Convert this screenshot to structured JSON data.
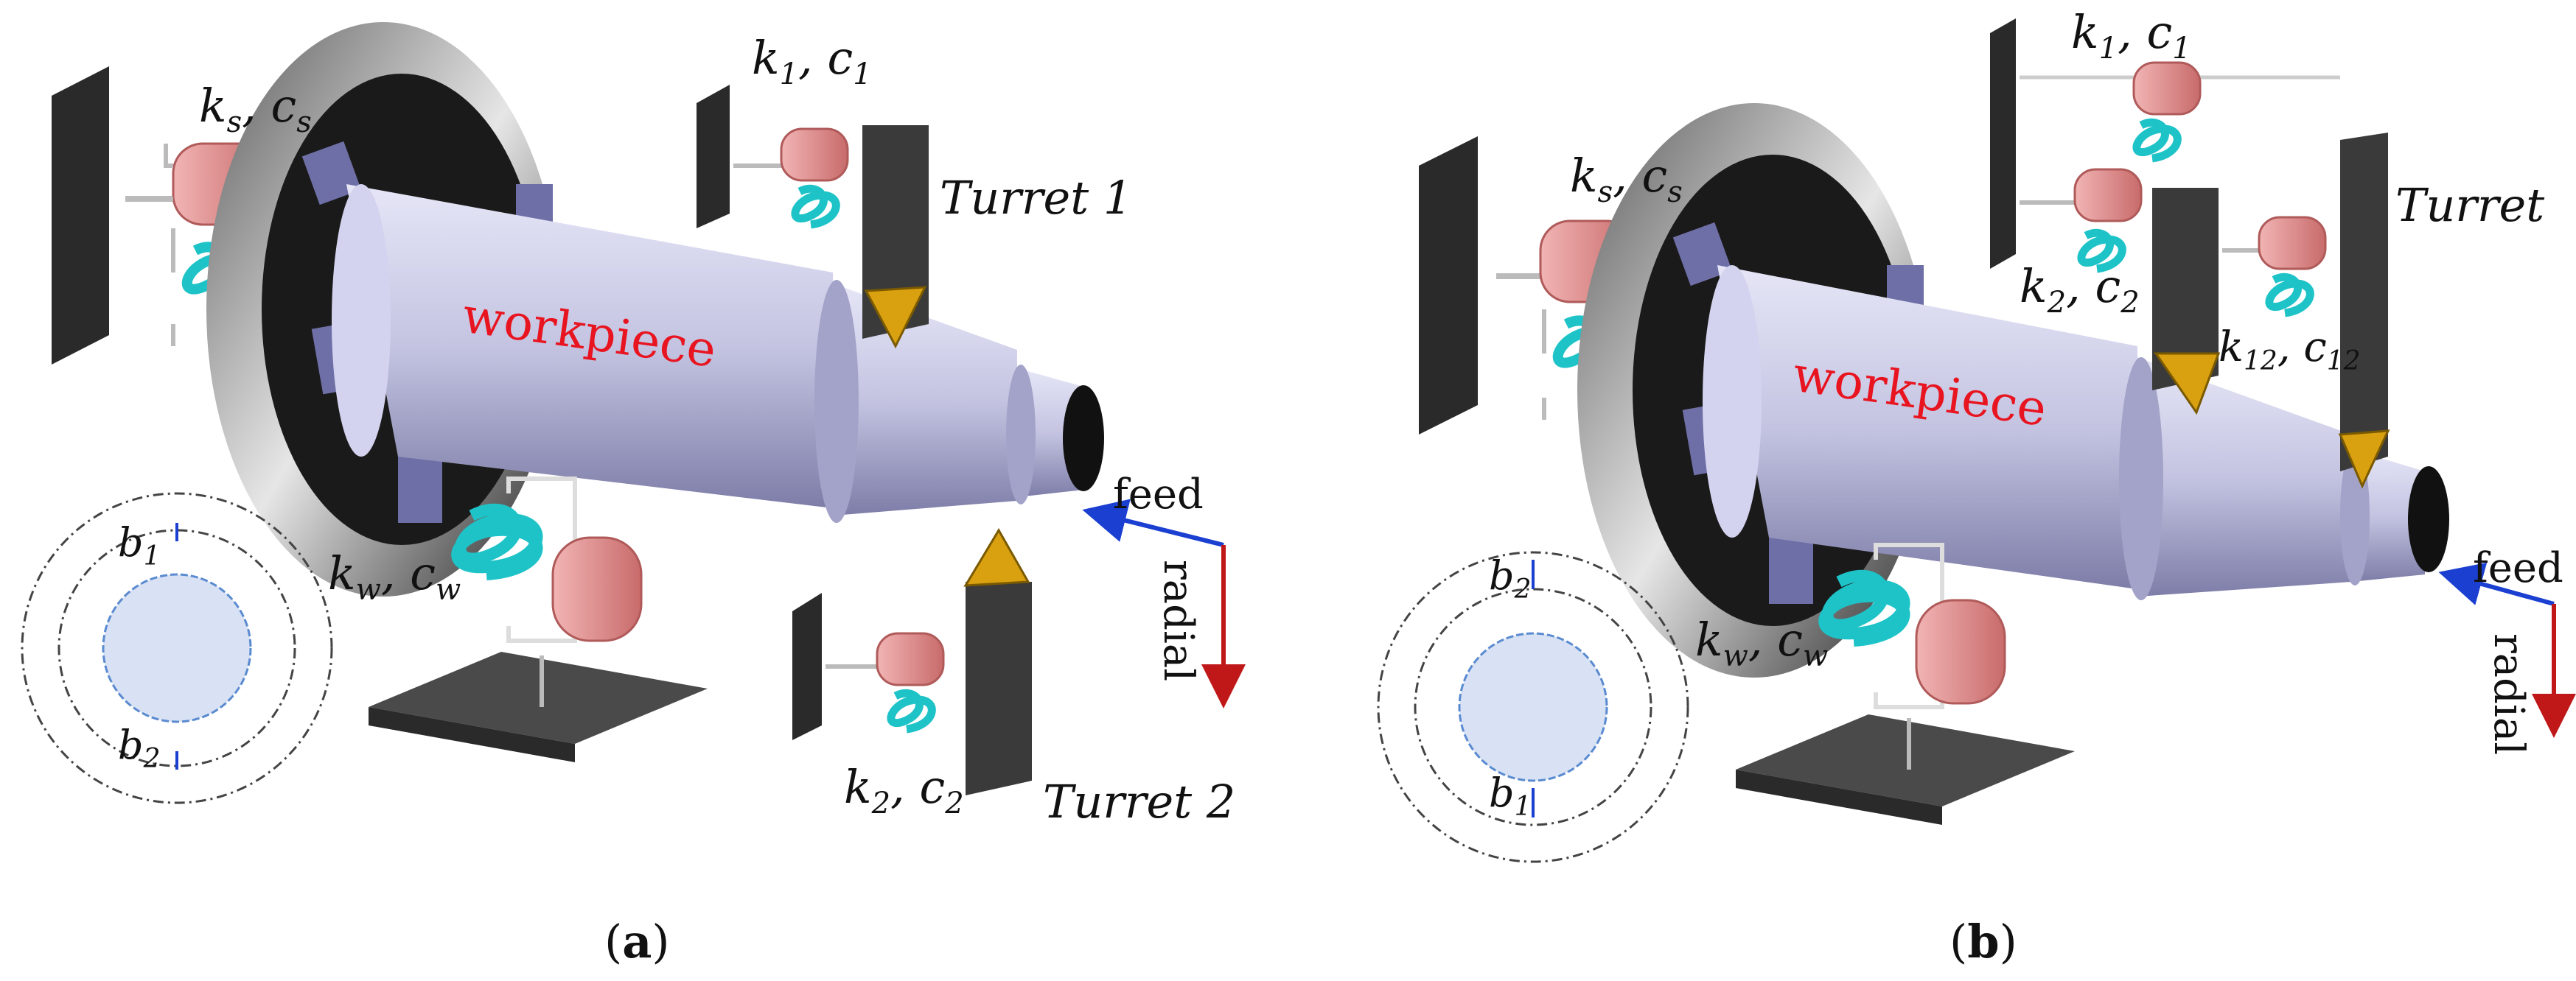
{
  "colors": {
    "workpiece_text": "#e8141f",
    "workpiece_body": "#c9c9e6",
    "chuck": "#3a3a3a",
    "jaw": "#8a8ab8",
    "tool": "#d9a010",
    "damper": "#e89898",
    "spring": "#1ec3c8",
    "plate": "#2f2f2f",
    "feed_arrow": "#1a3fd1",
    "radial_arrow": "#c01818"
  },
  "panel_a": {
    "caption": "a",
    "workpiece": "workpiece",
    "spindle_k": "k",
    "spindle_k_sub": "s",
    "spindle_c": "c",
    "spindle_c_sub": "s",
    "turret1": "Turret 1",
    "turret1_k": "k",
    "turret1_k_sub": "1",
    "turret1_c": "c",
    "turret1_c_sub": "1",
    "turret2": "Turret 2",
    "turret2_k": "k",
    "turret2_k_sub": "2",
    "turret2_c": "c",
    "turret2_c_sub": "2",
    "base_k": "k",
    "base_k_sub": "w",
    "base_c": "c",
    "base_c_sub": "w",
    "feed": "feed",
    "radial": "radial",
    "top_b": "b",
    "top_b_sub": "1",
    "bottom_b": "b",
    "bottom_b_sub": "2"
  },
  "panel_b": {
    "caption": "b",
    "workpiece": "workpiece",
    "spindle_k": "k",
    "spindle_k_sub": "s",
    "spindle_c": "c",
    "spindle_c_sub": "s",
    "turret": "Turret",
    "t1_k": "k",
    "t1_k_sub": "1",
    "t1_c": "c",
    "t1_c_sub": "1",
    "t2_k": "k",
    "t2_k_sub": "2",
    "t2_c": "c",
    "t2_c_sub": "2",
    "t12_k": "k",
    "t12_k_sub": "12",
    "t12_c": "c",
    "t12_c_sub": "12",
    "base_k": "k",
    "base_k_sub": "w",
    "base_c": "c",
    "base_c_sub": "w",
    "feed": "feed",
    "radial": "radial",
    "top_b": "b",
    "top_b_sub": "2",
    "bottom_b": "b",
    "bottom_b_sub": "1"
  }
}
